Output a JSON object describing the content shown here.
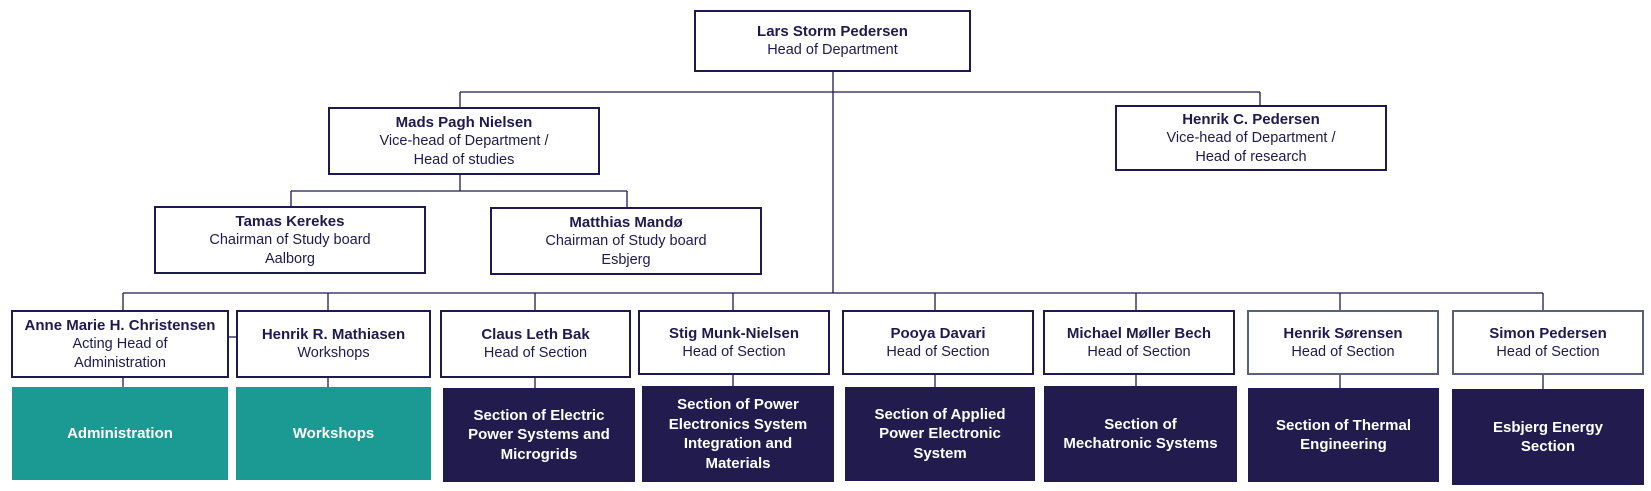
{
  "colors": {
    "navy": "#211b4e",
    "teal": "#1a9a93",
    "line": "#1e1a4d"
  },
  "head": {
    "name": "Lars Storm Pedersen",
    "role": "Head of Department"
  },
  "vice_studies": {
    "name": "Mads Pagh Nielsen",
    "role1": "Vice-head of Department /",
    "role2": "Head of studies"
  },
  "vice_research": {
    "name": "Henrik C. Pedersen",
    "role1": "Vice-head of Department /",
    "role2": "Head of research"
  },
  "board_aalborg": {
    "name": "Tamas Kerekes",
    "role1": "Chairman of Study board",
    "role2": "Aalborg"
  },
  "board_esbjerg": {
    "name": "Matthias Mandø",
    "role1": "Chairman of Study board",
    "role2": "Esbjerg"
  },
  "units": [
    {
      "name": "Anne Marie H. Christensen",
      "role1": "Acting Head of",
      "role2": "Administration",
      "section": [
        "Administration"
      ],
      "style": "teal"
    },
    {
      "name": "Henrik R. Mathiasen",
      "role1": "Workshops",
      "role2": "",
      "section": [
        "Workshops"
      ],
      "style": "teal"
    },
    {
      "name": "Claus Leth Bak",
      "role1": "Head of Section",
      "role2": "",
      "section": [
        "Section of Electric",
        "Power Systems and",
        "Microgrids"
      ],
      "style": "navy"
    },
    {
      "name": "Stig Munk-Nielsen",
      "role1": "Head of Section",
      "role2": "",
      "section": [
        "Section of Power",
        "Electronics System",
        "Integration and",
        "Materials"
      ],
      "style": "navy"
    },
    {
      "name": "Pooya Davari",
      "role1": "Head of Section",
      "role2": "",
      "section": [
        "Section of Applied",
        "Power Electronic",
        "System"
      ],
      "style": "navy"
    },
    {
      "name": "Michael Møller Bech",
      "role1": "Head of Section",
      "role2": "",
      "section": [
        "Section of",
        "Mechatronic Systems"
      ],
      "style": "navy"
    },
    {
      "name": "Henrik Sørensen",
      "role1": "Head of Section",
      "role2": "",
      "section": [
        "Section of Thermal",
        "Engineering"
      ],
      "style": "navy"
    },
    {
      "name": "Simon Pedersen",
      "role1": "Head of Section",
      "role2": "",
      "section": [
        "Esbjerg Energy",
        "Section"
      ],
      "style": "navy"
    }
  ]
}
